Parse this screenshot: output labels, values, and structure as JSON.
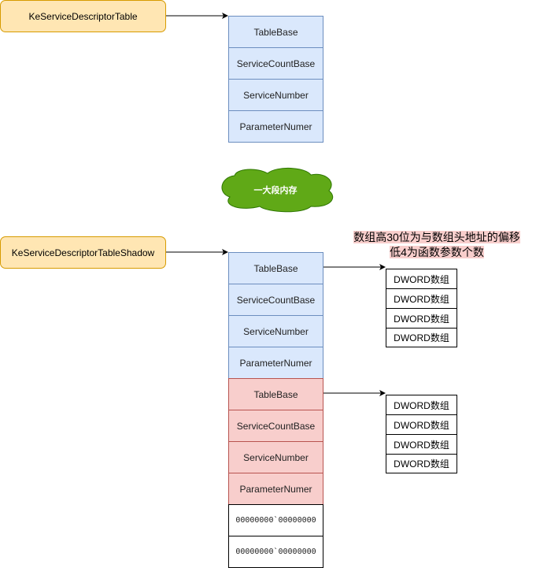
{
  "labels": {
    "kesdt": "KeServiceDescriptorTable",
    "kesdt_shadow": "KeServiceDescriptorTableShadow"
  },
  "table1": [
    "TableBase",
    "ServiceCountBase",
    "ServiceNumber",
    "ParameterNumer"
  ],
  "table2_blue": [
    "TableBase",
    "ServiceCountBase",
    "ServiceNumber",
    "ParameterNumer"
  ],
  "table2_red": [
    "TableBase",
    "ServiceCountBase",
    "ServiceNumber",
    "ParameterNumer"
  ],
  "table2_white": [
    "00000000`00000000",
    "00000000`00000000"
  ],
  "cloud": "一大段内存",
  "note": {
    "line1": "数组高30位为与数组头地址的偏移",
    "line2": "低4为函数参数个数"
  },
  "dword_group1": [
    "DWORD数组",
    "DWORD数组",
    "DWORD数组",
    "DWORD数组"
  ],
  "dword_group2": [
    "DWORD数组",
    "DWORD数组",
    "DWORD数组",
    "DWORD数组"
  ],
  "colors": {
    "label_fill": "#ffe6b3",
    "label_stroke": "#d79b00",
    "blue_fill": "#dae8fc",
    "red_fill": "#f8cecc",
    "cloud_fill": "#60a917"
  }
}
